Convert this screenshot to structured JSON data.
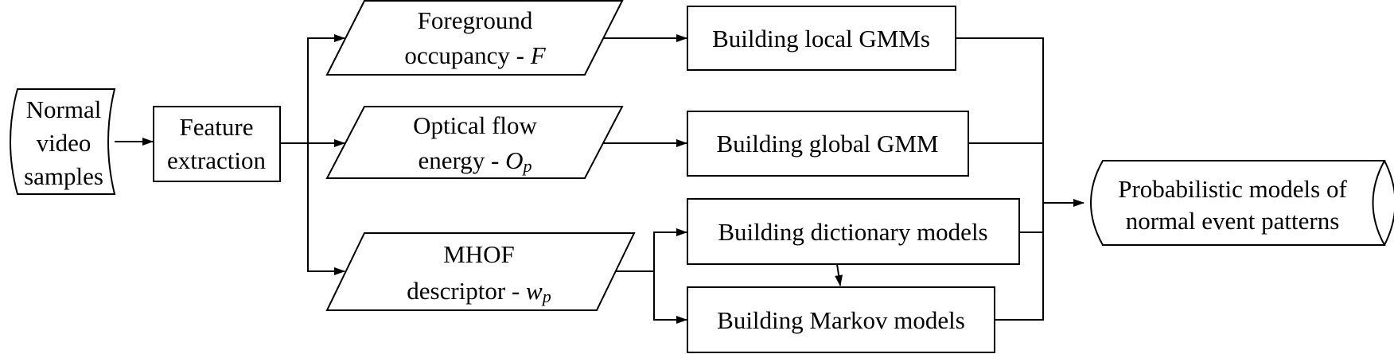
{
  "nodes": {
    "normal_video": {
      "lines": [
        "Normal",
        "video",
        "samples"
      ]
    },
    "feature_extraction": {
      "lines": [
        "Feature",
        "extraction"
      ]
    },
    "foreground": {
      "line1": "Foreground",
      "line2": "occupancy - ",
      "symbol": "F"
    },
    "optical_flow": {
      "line1": "Optical flow",
      "line2": "energy - ",
      "symbol": "O",
      "subscript": "p"
    },
    "mhof": {
      "line1": "MHOF",
      "line2": "descriptor - ",
      "symbol": "w",
      "subscript": "p"
    },
    "local_gmms": {
      "label": "Building local GMMs"
    },
    "global_gmm": {
      "label": "Building global GMM"
    },
    "dictionary": {
      "label": "Building dictionary models"
    },
    "markov": {
      "label": "Building Markov models"
    },
    "output": {
      "lines": [
        "Probabilistic models of",
        "normal event patterns"
      ]
    }
  }
}
